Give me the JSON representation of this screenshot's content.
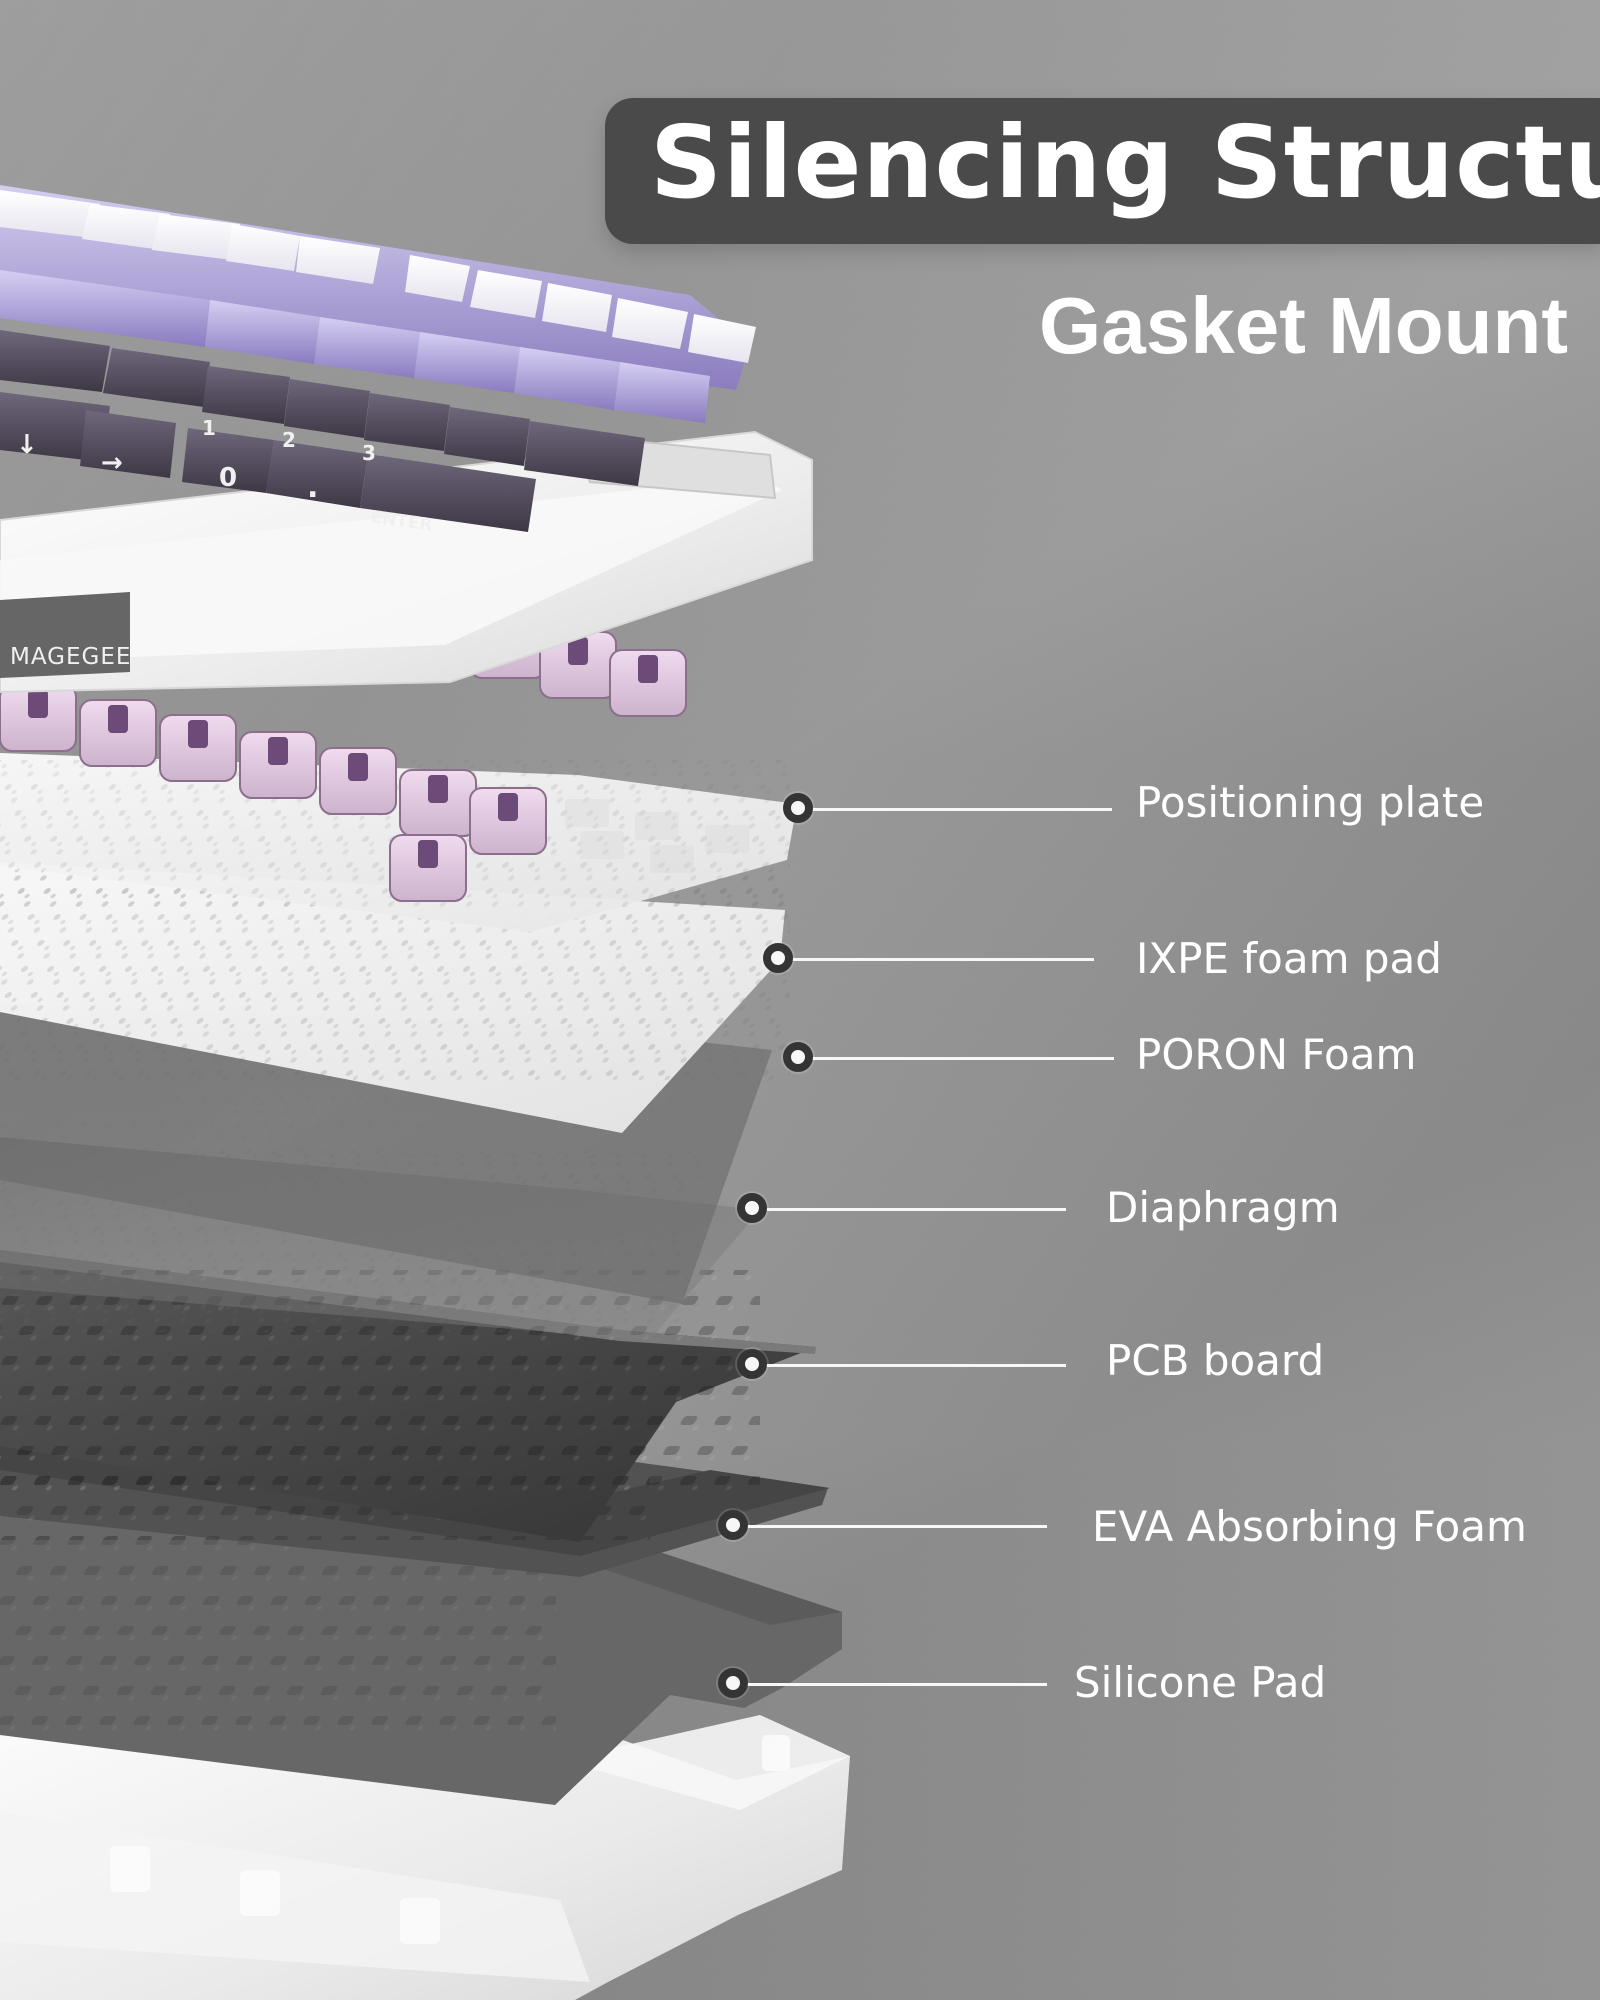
{
  "header": {
    "title": "Silencing Structure",
    "subtitle": "Gasket Mount"
  },
  "product": {
    "brand": "MAGEGEE",
    "keycaps": {
      "enter": "ENTER",
      "zero": "0",
      "dot": ".",
      "left_arrow": "↓",
      "right_arrow": "→",
      "one": "1",
      "two": "2",
      "three": "3"
    }
  },
  "callouts": [
    {
      "label": "Positioning plate"
    },
    {
      "label": "IXPE foam pad"
    },
    {
      "label": "PORON Foam"
    },
    {
      "label": "Diaphragm"
    },
    {
      "label": "PCB board"
    },
    {
      "label": "EVA Absorbing Foam"
    },
    {
      "label": "Silicone Pad"
    }
  ],
  "colors": {
    "banner": "#4a4a4a",
    "purple_dark": "#4b4458",
    "purple_mid": "#8677b6",
    "purple_light": "#c7c0eb",
    "white": "#f5f5f5"
  }
}
